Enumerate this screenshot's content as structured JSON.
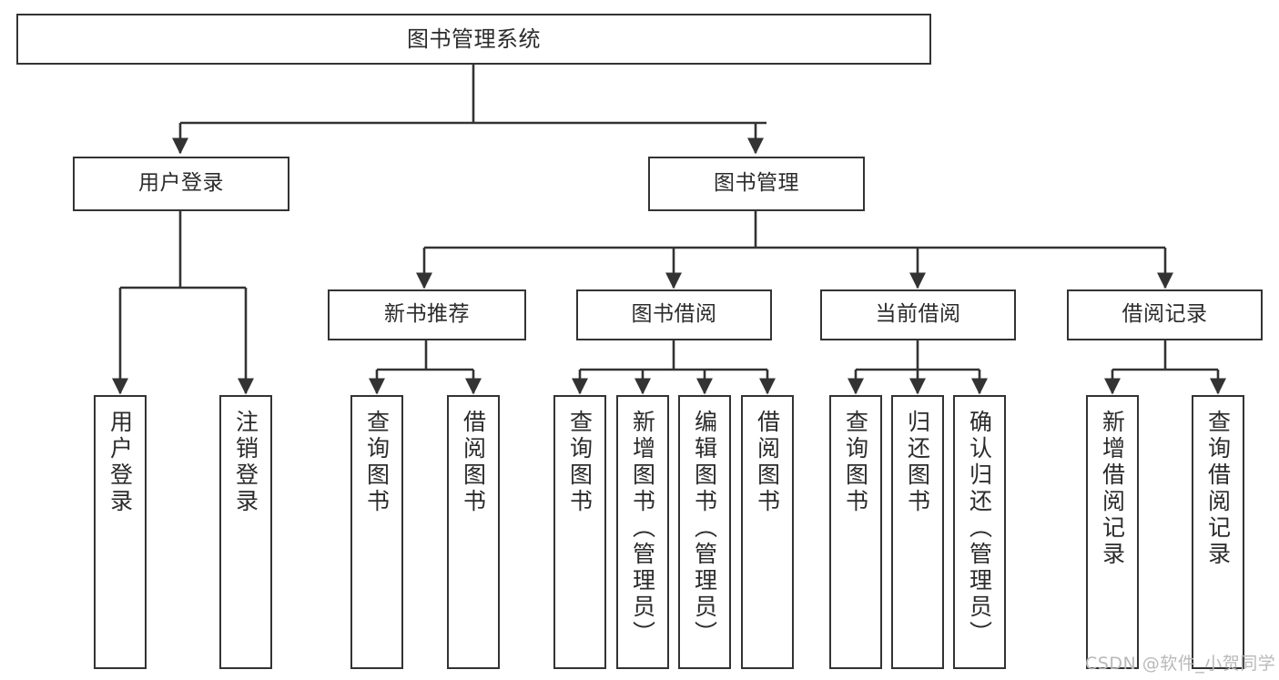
{
  "diagram": {
    "title": "图书管理系统",
    "type": "functional-structure-tree",
    "watermark": "CSDN @软件_小贺同学",
    "colors": {
      "border": "#333333",
      "text": "#2b2b2b",
      "background": "#ffffff",
      "watermark": "#b9b9b9"
    },
    "nodes": {
      "root": {
        "label": "图书管理系统"
      },
      "level1": [
        {
          "id": "user-login",
          "label": "用户登录"
        },
        {
          "id": "book-manage",
          "label": "图书管理"
        }
      ],
      "level2": [
        {
          "id": "new-book-recommend",
          "label": "新书推荐"
        },
        {
          "id": "book-borrow",
          "label": "图书借阅"
        },
        {
          "id": "current-borrow",
          "label": "当前借阅"
        },
        {
          "id": "borrow-record",
          "label": "借阅记录"
        }
      ],
      "leaves": {
        "user-login": [
          {
            "id": "leaf-user-login",
            "label": "用户登录"
          },
          {
            "id": "leaf-logout",
            "label": "注销登录"
          }
        ],
        "new-book-recommend": [
          {
            "id": "leaf-query-book-1",
            "label": "查询图书"
          },
          {
            "id": "leaf-borrow-book-1",
            "label": "借阅图书"
          }
        ],
        "book-borrow": [
          {
            "id": "leaf-query-book-2",
            "label": "查询图书"
          },
          {
            "id": "leaf-add-book",
            "label": "新增图书（管理员）"
          },
          {
            "id": "leaf-edit-book",
            "label": "编辑图书（管理员）"
          },
          {
            "id": "leaf-borrow-book-2",
            "label": "借阅图书"
          }
        ],
        "current-borrow": [
          {
            "id": "leaf-query-book-3",
            "label": "查询图书"
          },
          {
            "id": "leaf-return-book",
            "label": "归还图书"
          },
          {
            "id": "leaf-confirm-return",
            "label": "确认归还（管理员）"
          }
        ],
        "borrow-record": [
          {
            "id": "leaf-add-record",
            "label": "新增借阅记录"
          },
          {
            "id": "leaf-query-record",
            "label": "查询借阅记录"
          }
        ]
      }
    }
  }
}
